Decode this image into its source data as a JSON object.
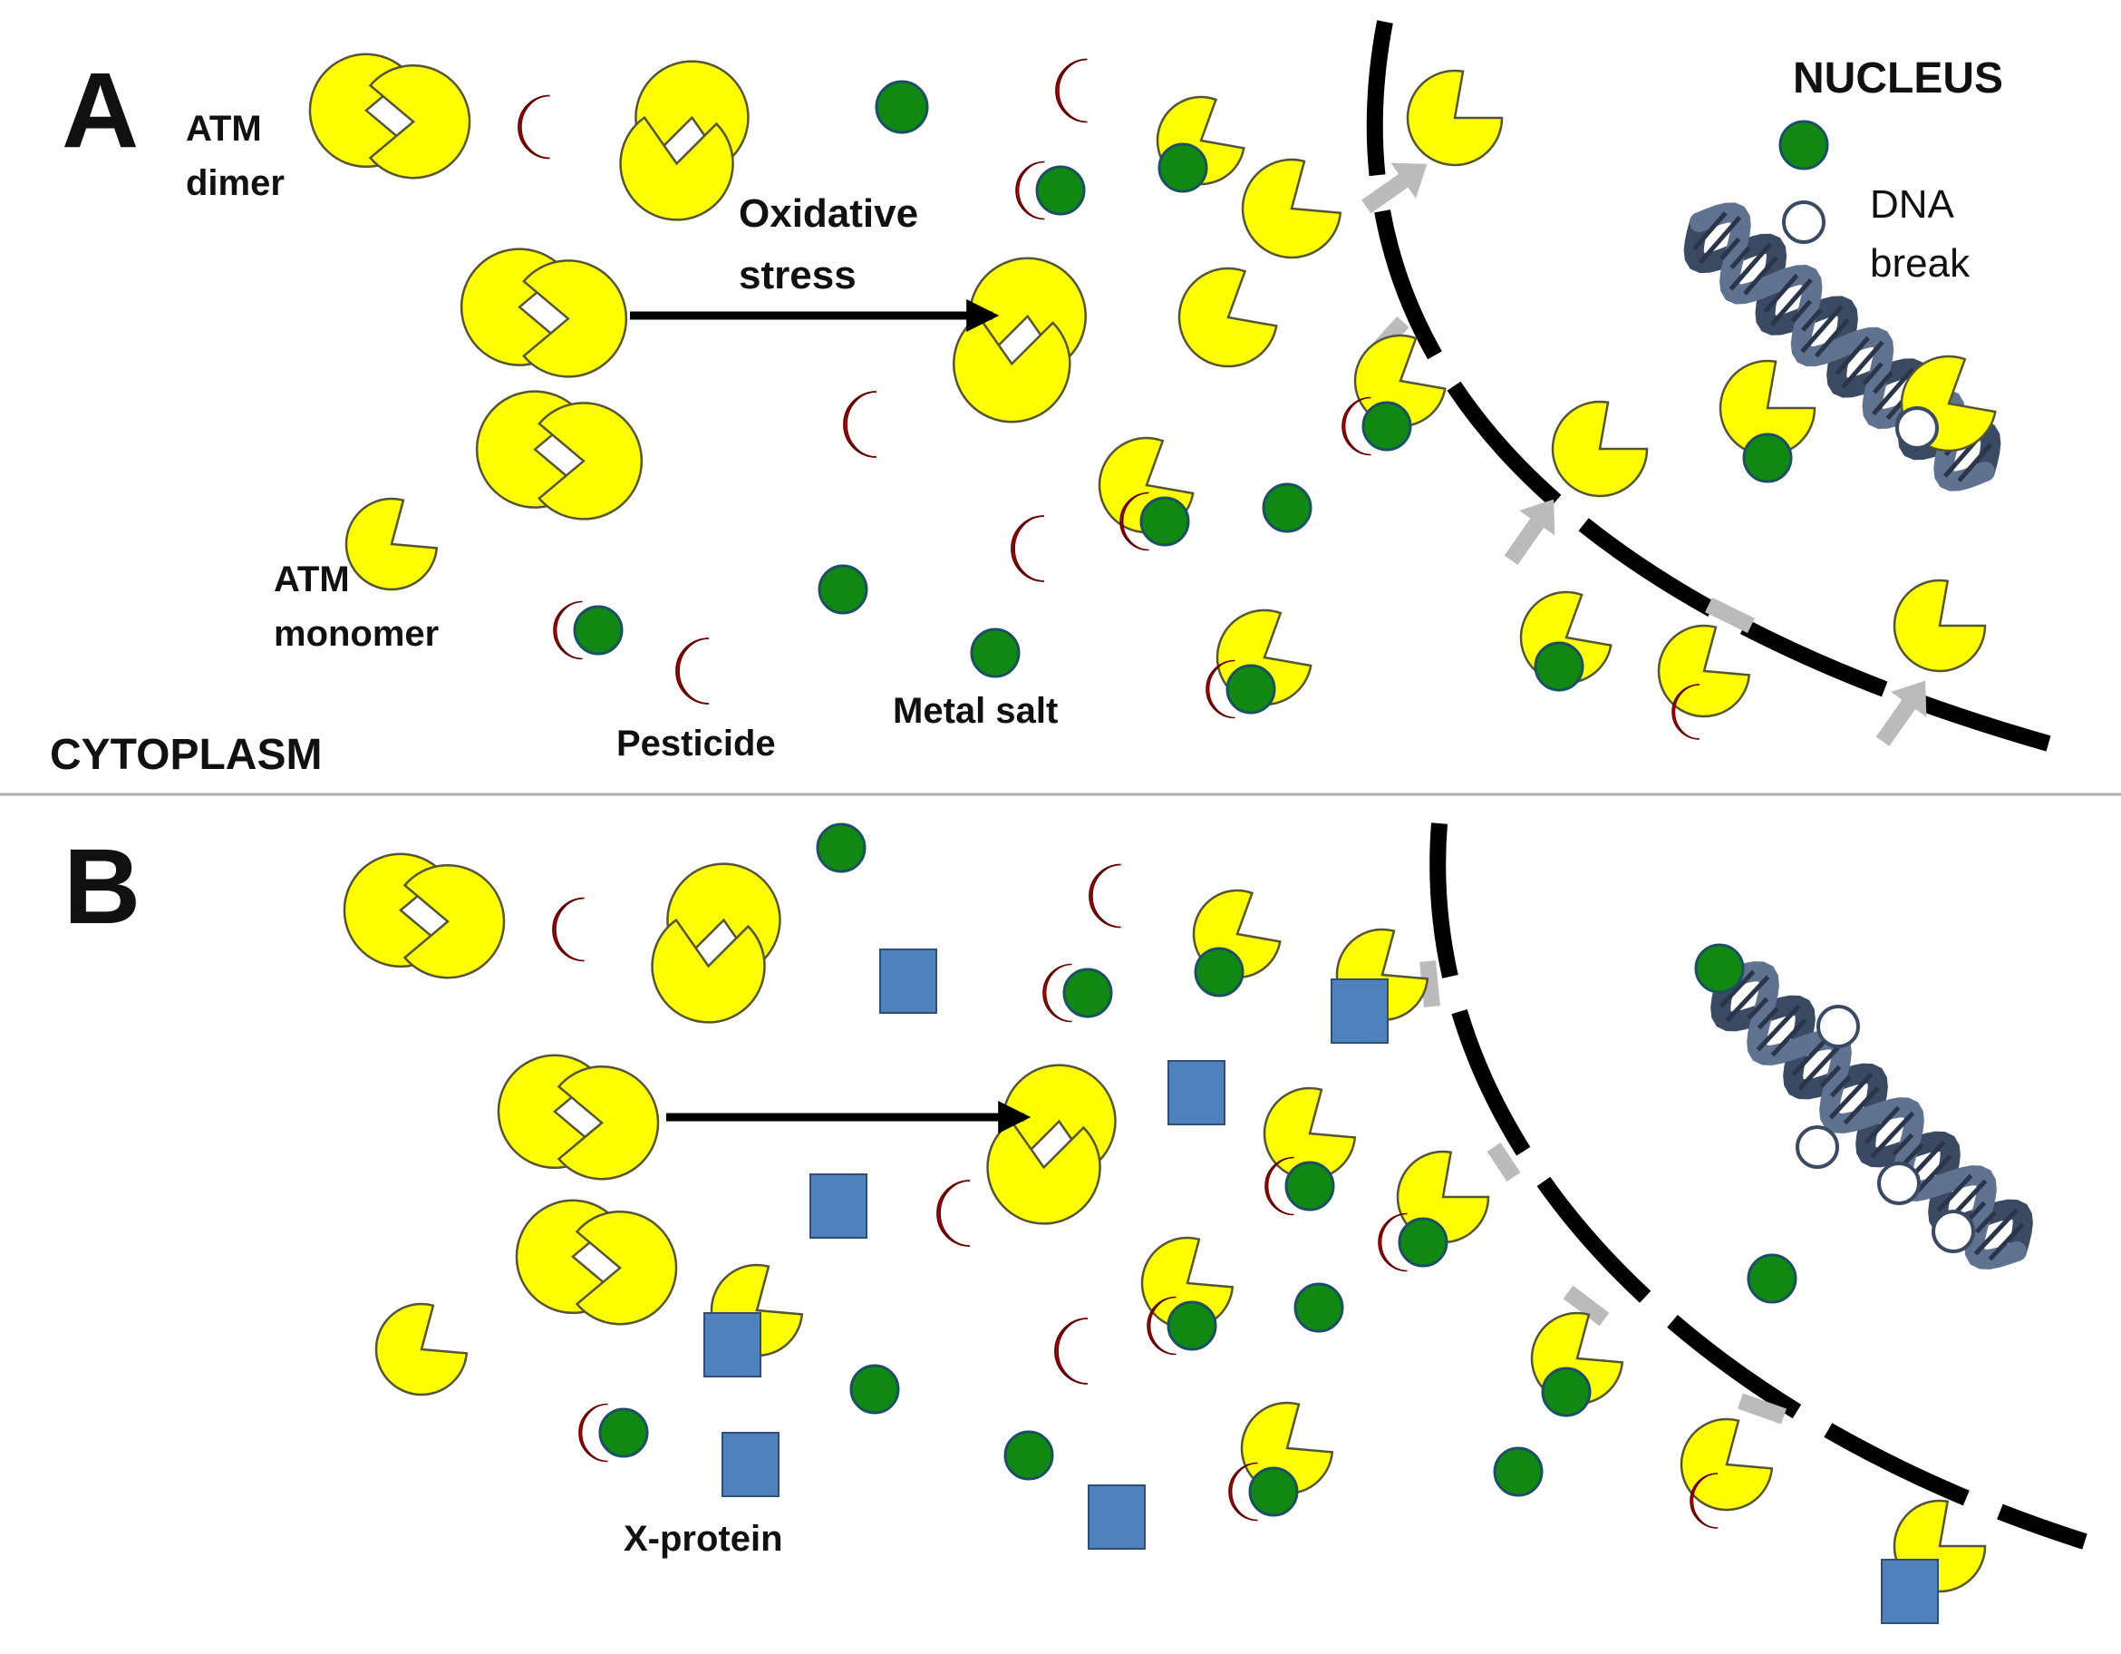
{
  "panels": [
    {
      "letter": "A"
    },
    {
      "letter": "B"
    }
  ],
  "labels": {
    "atm_dimer_line1": "ATM",
    "atm_dimer_line2": "dimer",
    "atm_monomer_line1": "ATM",
    "atm_monomer_line2": "monomer",
    "oxidative_line1": "Oxidative",
    "oxidative_line2": "stress",
    "pesticide": "Pesticide",
    "metal_salt": "Metal salt",
    "cytoplasm": "CYTOPLASM",
    "nucleus": "NUCLEUS",
    "dna_break_line1": "DNA",
    "dna_break_line2": "break",
    "x_protein": "X-protein"
  },
  "colors": {
    "atm": "#ffff00",
    "atm_outline": "#555533",
    "pesticide": "#cc0000",
    "metal_salt": "#118811",
    "x_protein": "#4f81bd",
    "membrane": "#000000",
    "pore": "#bbbbbb",
    "transport_arrow": "#bbbbbb",
    "dna": "#3b4a63",
    "divider": "#aaaaaa"
  },
  "icons": [
    "atm-dimer-icon",
    "atm-monomer-icon",
    "pesticide-icon",
    "metal-salt-icon",
    "x-protein-icon",
    "nuclear-membrane-icon",
    "nuclear-pore-icon",
    "dna-helix-icon",
    "dna-break-icon",
    "transport-arrow-icon",
    "process-arrow-icon"
  ]
}
